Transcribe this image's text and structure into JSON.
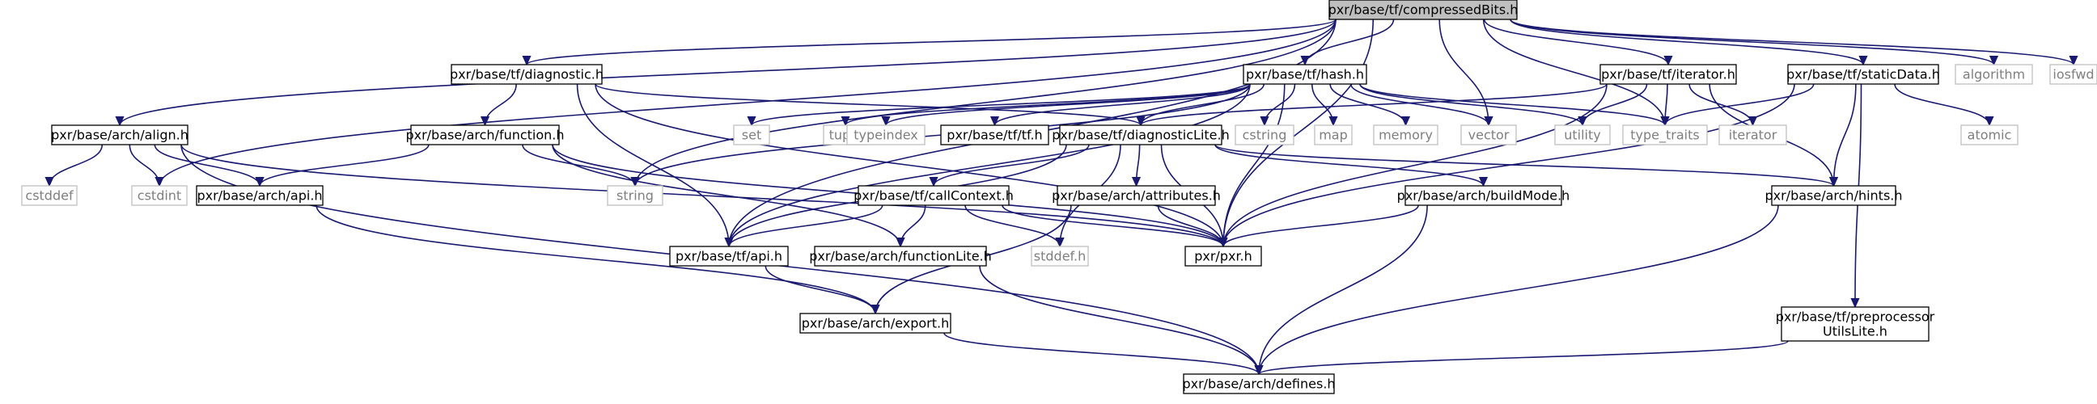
{
  "graph": {
    "type": "include-dependency-graph",
    "edge_color": "#191970",
    "root_fill": "#bfbfbf",
    "external_text_color": "#7f7f7f",
    "external_border_color": "#bfbfbf",
    "nodes": [
      {
        "id": "compressedBits",
        "label": "pxr/base/tf/compressedBits.h",
        "kind": "root"
      },
      {
        "id": "align",
        "label": "pxr/base/arch/align.h",
        "kind": "file"
      },
      {
        "id": "diagnostic",
        "label": "pxr/base/tf/diagnostic.h",
        "kind": "file"
      },
      {
        "id": "hash",
        "label": "pxr/base/tf/hash.h",
        "kind": "file"
      },
      {
        "id": "iterator",
        "label": "pxr/base/tf/iterator.h",
        "kind": "file"
      },
      {
        "id": "staticData",
        "label": "pxr/base/tf/staticData.h",
        "kind": "file"
      },
      {
        "id": "algorithm",
        "label": "algorithm",
        "kind": "external"
      },
      {
        "id": "iosfwd",
        "label": "iosfwd",
        "kind": "external"
      },
      {
        "id": "function",
        "label": "pxr/base/arch/function.h",
        "kind": "file"
      },
      {
        "id": "diagnosticLite",
        "label": "pxr/base/tf/diagnosticLite.h",
        "kind": "file"
      },
      {
        "id": "tf",
        "label": "pxr/base/tf/tf.h",
        "kind": "file"
      },
      {
        "id": "set",
        "label": "set",
        "kind": "external"
      },
      {
        "id": "tuple",
        "label": "tuple",
        "kind": "external"
      },
      {
        "id": "typeindex",
        "label": "typeindex",
        "kind": "external"
      },
      {
        "id": "cstring",
        "label": "cstring",
        "kind": "external"
      },
      {
        "id": "map",
        "label": "map",
        "kind": "external"
      },
      {
        "id": "memory",
        "label": "memory",
        "kind": "external"
      },
      {
        "id": "vector",
        "label": "vector",
        "kind": "external"
      },
      {
        "id": "utility",
        "label": "utility",
        "kind": "external"
      },
      {
        "id": "type_traits",
        "label": "type_traits",
        "kind": "external"
      },
      {
        "id": "iteratorStd",
        "label": "iterator",
        "kind": "external"
      },
      {
        "id": "atomic",
        "label": "atomic",
        "kind": "external"
      },
      {
        "id": "cstddef",
        "label": "cstddef",
        "kind": "external"
      },
      {
        "id": "cstdint",
        "label": "cstdint",
        "kind": "external"
      },
      {
        "id": "archApi",
        "label": "pxr/base/arch/api.h",
        "kind": "file"
      },
      {
        "id": "string",
        "label": "string",
        "kind": "external"
      },
      {
        "id": "callContext",
        "label": "pxr/base/tf/callContext.h",
        "kind": "file"
      },
      {
        "id": "attributes",
        "label": "pxr/base/arch/attributes.h",
        "kind": "file"
      },
      {
        "id": "buildMode",
        "label": "pxr/base/arch/buildMode.h",
        "kind": "file"
      },
      {
        "id": "hints",
        "label": "pxr/base/arch/hints.h",
        "kind": "file"
      },
      {
        "id": "tfApi",
        "label": "pxr/base/tf/api.h",
        "kind": "file"
      },
      {
        "id": "functionLite",
        "label": "pxr/base/arch/functionLite.h",
        "kind": "file"
      },
      {
        "id": "stddef",
        "label": "stddef.h",
        "kind": "external"
      },
      {
        "id": "pxr",
        "label": "pxr/pxr.h",
        "kind": "file"
      },
      {
        "id": "export",
        "label": "pxr/base/arch/export.h",
        "kind": "file"
      },
      {
        "id": "preprocessorUtilsLite",
        "label": "pxr/base/tf/preprocessor\nUtilsLite.h",
        "kind": "file"
      },
      {
        "id": "defines",
        "label": "pxr/base/arch/defines.h",
        "kind": "file"
      }
    ],
    "edges": [
      [
        "compressedBits",
        "align"
      ],
      [
        "compressedBits",
        "diagnostic"
      ],
      [
        "compressedBits",
        "hash"
      ],
      [
        "compressedBits",
        "iterator"
      ],
      [
        "compressedBits",
        "staticData"
      ],
      [
        "compressedBits",
        "algorithm"
      ],
      [
        "compressedBits",
        "iosfwd"
      ],
      [
        "compressedBits",
        "cstdint"
      ],
      [
        "compressedBits",
        "string"
      ],
      [
        "compressedBits",
        "vector"
      ],
      [
        "compressedBits",
        "type_traits"
      ],
      [
        "compressedBits",
        "tfApi"
      ],
      [
        "compressedBits",
        "pxr"
      ],
      [
        "align",
        "cstddef"
      ],
      [
        "align",
        "cstdint"
      ],
      [
        "align",
        "archApi"
      ],
      [
        "align",
        "pxr"
      ],
      [
        "align",
        "defines"
      ],
      [
        "diagnostic",
        "function"
      ],
      [
        "diagnostic",
        "diagnosticLite"
      ],
      [
        "diagnostic",
        "tfApi"
      ],
      [
        "diagnostic",
        "pxr"
      ],
      [
        "hash",
        "tf"
      ],
      [
        "hash",
        "diagnosticLite"
      ],
      [
        "hash",
        "set"
      ],
      [
        "hash",
        "tuple"
      ],
      [
        "hash",
        "typeindex"
      ],
      [
        "hash",
        "cstring"
      ],
      [
        "hash",
        "map"
      ],
      [
        "hash",
        "memory"
      ],
      [
        "hash",
        "vector"
      ],
      [
        "hash",
        "utility"
      ],
      [
        "hash",
        "type_traits"
      ],
      [
        "hash",
        "string"
      ],
      [
        "hash",
        "tfApi"
      ],
      [
        "hash",
        "pxr"
      ],
      [
        "iterator",
        "diagnosticLite"
      ],
      [
        "iterator",
        "utility"
      ],
      [
        "iterator",
        "type_traits"
      ],
      [
        "iterator",
        "iteratorStd"
      ],
      [
        "iterator",
        "hints"
      ],
      [
        "iterator",
        "pxr"
      ],
      [
        "staticData",
        "type_traits"
      ],
      [
        "staticData",
        "atomic"
      ],
      [
        "staticData",
        "hints"
      ],
      [
        "staticData",
        "preprocessorUtilsLite"
      ],
      [
        "staticData",
        "pxr"
      ],
      [
        "function",
        "archApi"
      ],
      [
        "function",
        "string"
      ],
      [
        "function",
        "functionLite"
      ],
      [
        "function",
        "pxr"
      ],
      [
        "diagnosticLite",
        "callContext"
      ],
      [
        "diagnosticLite",
        "attributes"
      ],
      [
        "diagnosticLite",
        "buildMode"
      ],
      [
        "diagnosticLite",
        "hints"
      ],
      [
        "diagnosticLite",
        "tfApi"
      ],
      [
        "diagnosticLite",
        "stddef"
      ],
      [
        "diagnosticLite",
        "pxr"
      ],
      [
        "archApi",
        "export"
      ],
      [
        "callContext",
        "tfApi"
      ],
      [
        "callContext",
        "functionLite"
      ],
      [
        "callContext",
        "stddef"
      ],
      [
        "callContext",
        "pxr"
      ],
      [
        "attributes",
        "export"
      ],
      [
        "attributes",
        "pxr"
      ],
      [
        "buildMode",
        "defines"
      ],
      [
        "buildMode",
        "pxr"
      ],
      [
        "hints",
        "defines"
      ],
      [
        "tfApi",
        "export"
      ],
      [
        "functionLite",
        "defines"
      ],
      [
        "export",
        "defines"
      ],
      [
        "preprocessorUtilsLite",
        "defines"
      ]
    ]
  }
}
